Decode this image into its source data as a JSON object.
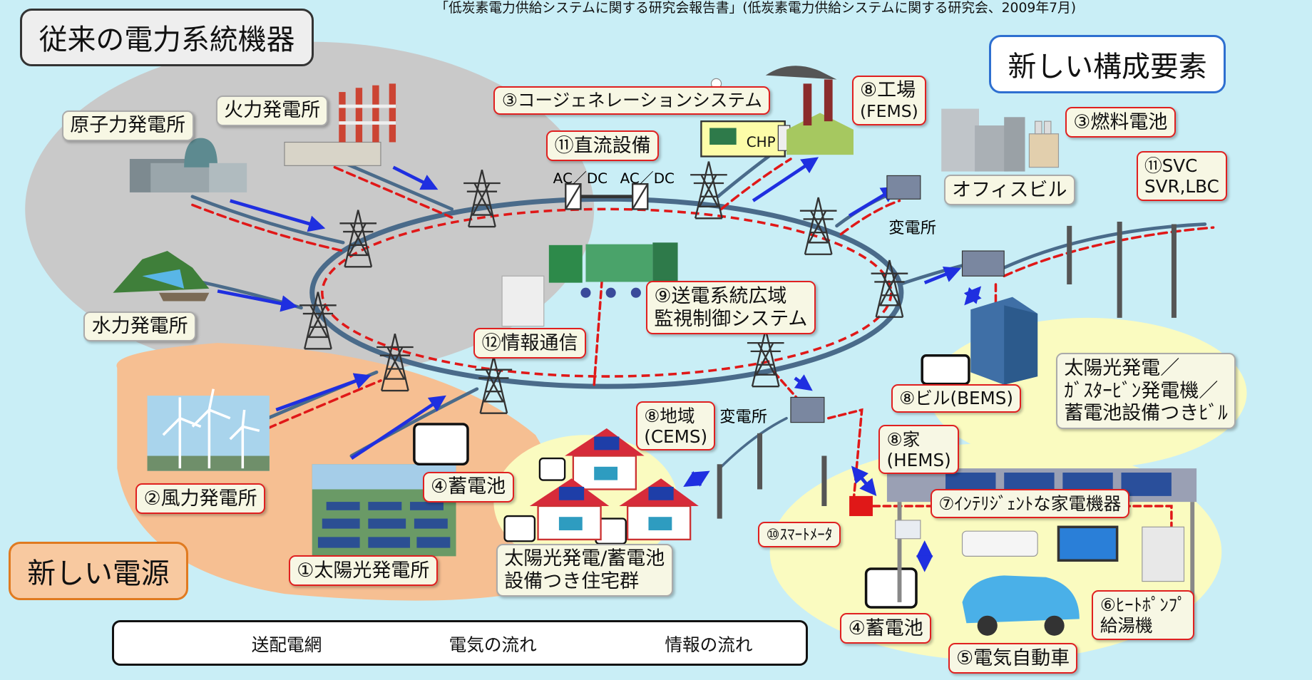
{
  "source": "「低炭素電力供給システムに関する研究会報告書」(低炭素電力供給システムに関する研究会、2009年7月)",
  "callouts": {
    "conventional": "従来の電力系統機器",
    "new_components": "新しい構成要素",
    "new_power": "新しい電源"
  },
  "labels": {
    "nuclear": "原子力発電所",
    "thermal": "火力発電所",
    "hydro": "水力発電所",
    "wind": "②風力発電所",
    "solar_plant": "①太陽光発電所",
    "battery_a": "④蓄電池",
    "housing_1": "太陽光発電/蓄電池",
    "housing_2": "設備つき住宅群",
    "comm": "⑫情報通信",
    "wide_1": "⑨送電系統広域",
    "wide_2": "監視制御システム",
    "cogen": "③コージェネレーションシステム",
    "dc": "⑪直流設備",
    "acdc_1": "AC／DC",
    "acdc_2": "AC／DC",
    "chp": "CHP",
    "factory_1": "⑧工場",
    "factory_2": "(FEMS)",
    "office": "オフィスビル",
    "fuel_cell": "③燃料電池",
    "substation_1": "変電所",
    "substation_2": "変電所",
    "svc_1": "⑪SVC",
    "svc_2": "SVR,LBC",
    "bems": "⑧ビル(BEMS)",
    "building_1": "太陽光発電／",
    "building_2": "ｶﾞｽﾀｰﾋﾞﾝ発電機／",
    "building_3": "蓄電池設備つきﾋﾞﾙ",
    "cems_1": "⑧地域",
    "cems_2": "(CEMS)",
    "hems_1": "⑧家",
    "hems_2": "(HEMS)",
    "appliance": "⑦ｲﾝﾃﾘｼﾞｪﾝﾄな家電機器",
    "meter": "⑩ｽﾏｰﾄﾒｰﾀ",
    "battery_b": "④蓄電池",
    "ev": "⑤電気自動車",
    "heatpump_1": "⑥ﾋｰﾄﾎﾟﾝﾌﾟ",
    "heatpump_2": "給湯機"
  },
  "legend": {
    "grid": "送配電網",
    "power_flow": "電気の流れ",
    "info_flow": "情報の流れ"
  },
  "colors": {
    "grid_line": "#4a6b8a",
    "power_arrow": "#1f2fe0",
    "info_line": "#e01818",
    "label_border": "#e02020",
    "conventional_area": "#c9c9c9",
    "new_power_area": "#f6bf92",
    "new_component_area": "#fafbc0",
    "background": "#c9eef6"
  }
}
